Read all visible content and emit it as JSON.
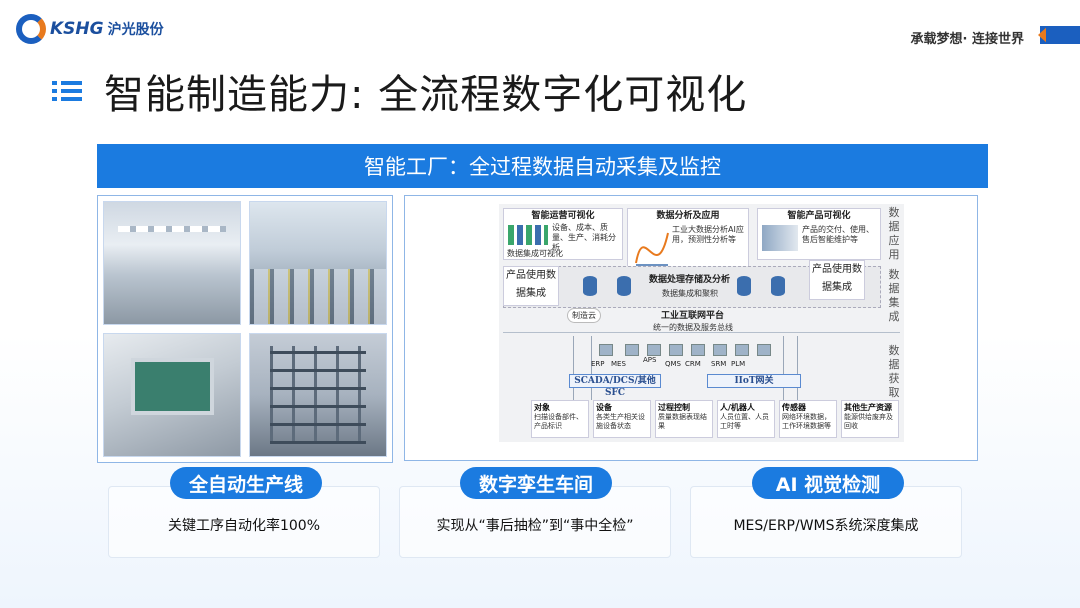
{
  "header": {
    "logo_text": "KSHG",
    "logo_cn": "沪光股份",
    "slogan": "承载梦想· 连接世界"
  },
  "title": "智能制造能力: 全流程数字化可视化",
  "banner": "智能工厂：全过程数据自动采集及监控",
  "diagram": {
    "side_labels": [
      "数据应用",
      "数据集成",
      "数据获取"
    ],
    "top_boxes": [
      {
        "title": "智能运营可视化",
        "text": "设备、成本、质量、生产、消耗分析",
        "sub": "数据集成可视化"
      },
      {
        "title": "数据分析及应用",
        "text": "工业大数据分析AI应用，预测性分析等"
      },
      {
        "title": "智能产品可视化",
        "text": "产品的交付、使用、售后智能维护等"
      }
    ],
    "left_side_box": "产品使用数据集成",
    "right_side_box": "产品使用数据集成",
    "processing_title": "数据处理存储及分析",
    "processing_sub": "数据集成和聚积",
    "cloud_label": "制造云",
    "platform_title": "工业互联网平台",
    "platform_sub": "统一的数据及服务总线",
    "systems": [
      "ERP",
      "MES",
      "APS",
      "QMS",
      "CRM",
      "SRM",
      "PLM"
    ],
    "scada_label": "SCADA/DCS/其他SFC",
    "iiot_label": "IIoT网关",
    "bottom_boxes": [
      {
        "title": "对象",
        "text": "扫描设备部件、产品标识"
      },
      {
        "title": "设备",
        "text": "各类生产相关设施设备状态"
      },
      {
        "title": "过程控制",
        "text": "质量数据表现结果"
      },
      {
        "title": "人/机器人",
        "text": "人员位置、人员工时等"
      },
      {
        "title": "传感器",
        "text": "网络环境数据，工作环境数据等"
      },
      {
        "title": "其他生产资源",
        "text": "能源供给废弃及回收"
      }
    ]
  },
  "features": [
    {
      "tag": "全自动生产线",
      "desc": "关键工序自动化率100%"
    },
    {
      "tag": "数字孪生车间",
      "desc": "实现从“事后抽检”到“事中全检”"
    },
    {
      "tag": "AI  视觉检测",
      "desc": "MES/ERP/WMS系统深度集成"
    }
  ],
  "colors": {
    "accent": "#1b7be0",
    "brand": "#1b4f9e",
    "brand_orange": "#e87a1e"
  }
}
